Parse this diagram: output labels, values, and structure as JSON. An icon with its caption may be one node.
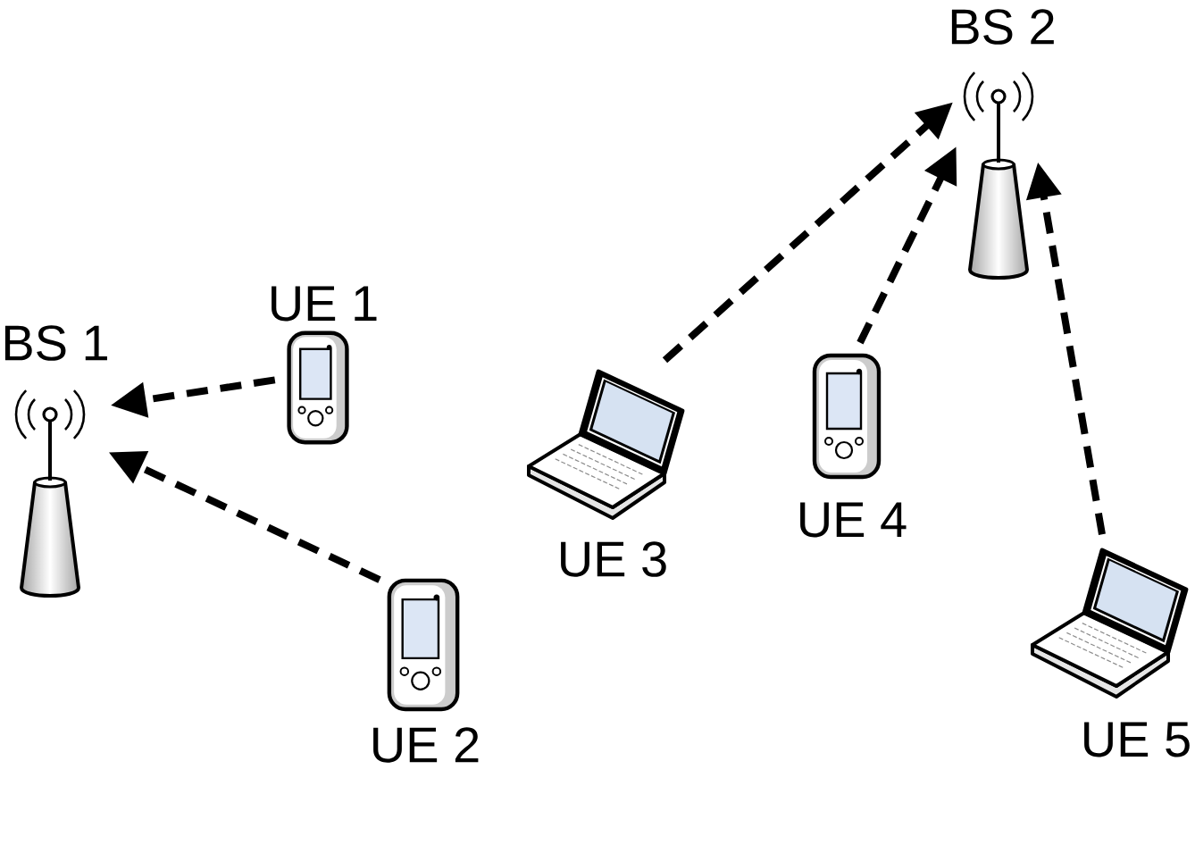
{
  "diagram": {
    "nodes": [
      {
        "text": [
          "BS 1"
        ]
      },
      {
        "text": [
          "UE 1"
        ]
      },
      {
        "text": [
          "UE 2"
        ]
      },
      {
        "text": [
          "UE 3"
        ]
      },
      {
        "text": [
          "UE 4"
        ]
      },
      {
        "text": [
          "BS 2"
        ]
      },
      {
        "text": [
          "UE 5"
        ]
      }
    ],
    "edges": [
      {
        "from": 1,
        "to": 0,
        "arrow": "to",
        "style": "dashed"
      },
      {
        "from": 2,
        "to": 0,
        "arrow": "to",
        "style": "dashed"
      },
      {
        "from": 3,
        "to": 5,
        "arrow": "to",
        "style": "dashed"
      },
      {
        "from": 4,
        "to": 5,
        "arrow": "to",
        "style": "dashed"
      },
      {
        "from": 6,
        "to": 5,
        "arrow": "to",
        "style": "dashed"
      }
    ]
  }
}
